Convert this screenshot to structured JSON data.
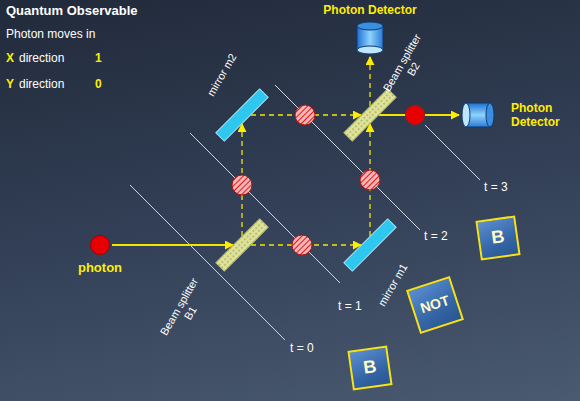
{
  "diagram": {
    "title": "Quantum Observable",
    "nodes": [
      {
        "text": [
          "Photon Detector"
        ]
      },
      {
        "text": [
          "mirror m2"
        ]
      },
      {
        "text": [
          "Beam splitter",
          "B2"
        ]
      },
      {
        "text": [
          "Photon Detector"
        ]
      },
      {
        "text": [
          "photon"
        ]
      },
      {
        "text": [
          "Beam splitter",
          "B1"
        ]
      },
      {
        "text": [
          "mirror m1"
        ]
      },
      {
        "text": [
          "B"
        ]
      },
      {
        "text": [
          "NOT"
        ]
      },
      {
        "text": [
          "B"
        ]
      }
    ],
    "edges": [
      {
        "from": 4,
        "to": 5,
        "arrow": "to"
      },
      {
        "from": 5,
        "to": 1,
        "arrow": "to"
      },
      {
        "from": 5,
        "to": 6,
        "arrow": "to"
      },
      {
        "from": 1,
        "to": 2,
        "arrow": "to"
      },
      {
        "from": 6,
        "to": 2,
        "arrow": "to"
      },
      {
        "from": 2,
        "to": 0,
        "arrow": "to"
      },
      {
        "from": 2,
        "to": 3,
        "arrow": "to"
      }
    ],
    "labels": [
      "Photon moves in",
      "X",
      "direction",
      "1",
      "Y",
      "direction",
      "0",
      "t = 0",
      "t = 1",
      "t = 2",
      "t = 3"
    ]
  }
}
